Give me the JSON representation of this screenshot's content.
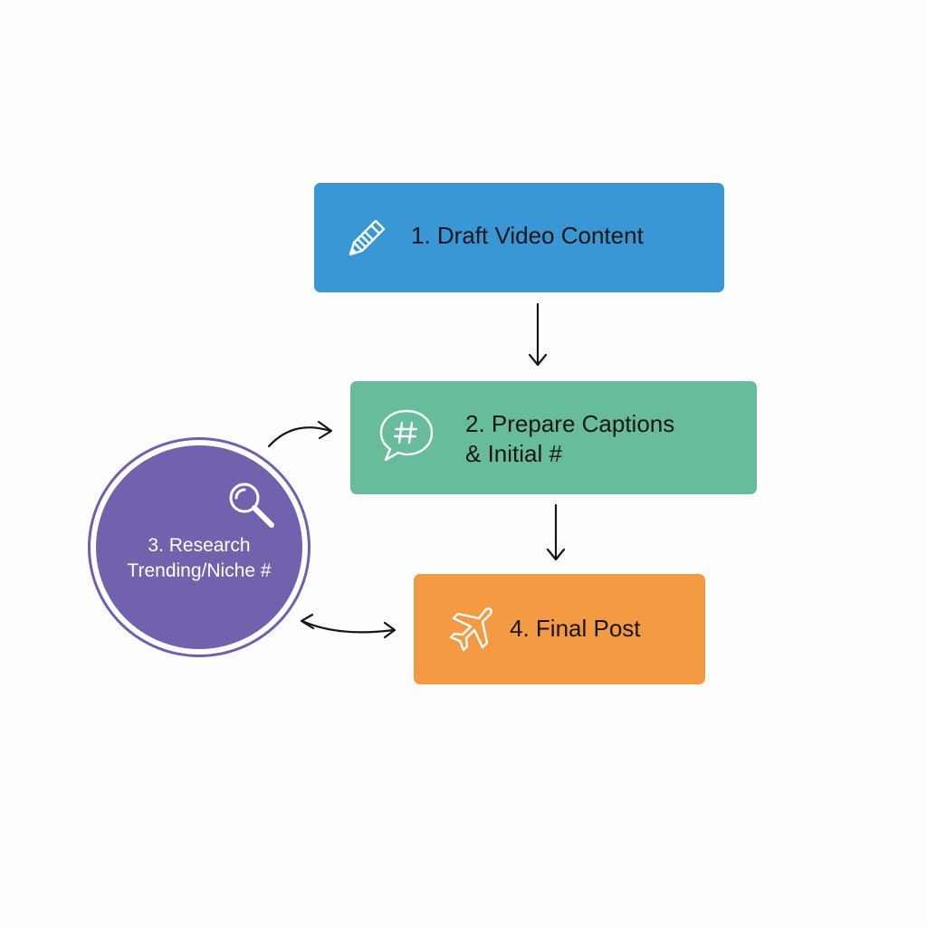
{
  "diagram": {
    "steps": [
      {
        "id": "step1",
        "label": "1. Draft Video Content",
        "icon": "pencil-icon",
        "color": "#3997d6"
      },
      {
        "id": "step2",
        "label": "2. Prepare Captions\n& Initial #",
        "icon": "hashtag-chat-bubble-icon",
        "color": "#67bd9b"
      },
      {
        "id": "step3",
        "label": "3. Research\nTrending/Niche #",
        "icon": "magnifier-icon",
        "color": "#7262ad"
      },
      {
        "id": "step4",
        "label": "4. Final Post",
        "icon": "airplane-icon",
        "color": "#f39a43"
      }
    ],
    "connectors": [
      {
        "from": "step1",
        "to": "step2",
        "style": "arrow"
      },
      {
        "from": "step2",
        "to": "step4",
        "style": "arrow"
      },
      {
        "from": "step3",
        "to": "step2",
        "style": "curved-arrow"
      },
      {
        "from": "step3",
        "to": "step4",
        "style": "double-arrow"
      }
    ]
  }
}
